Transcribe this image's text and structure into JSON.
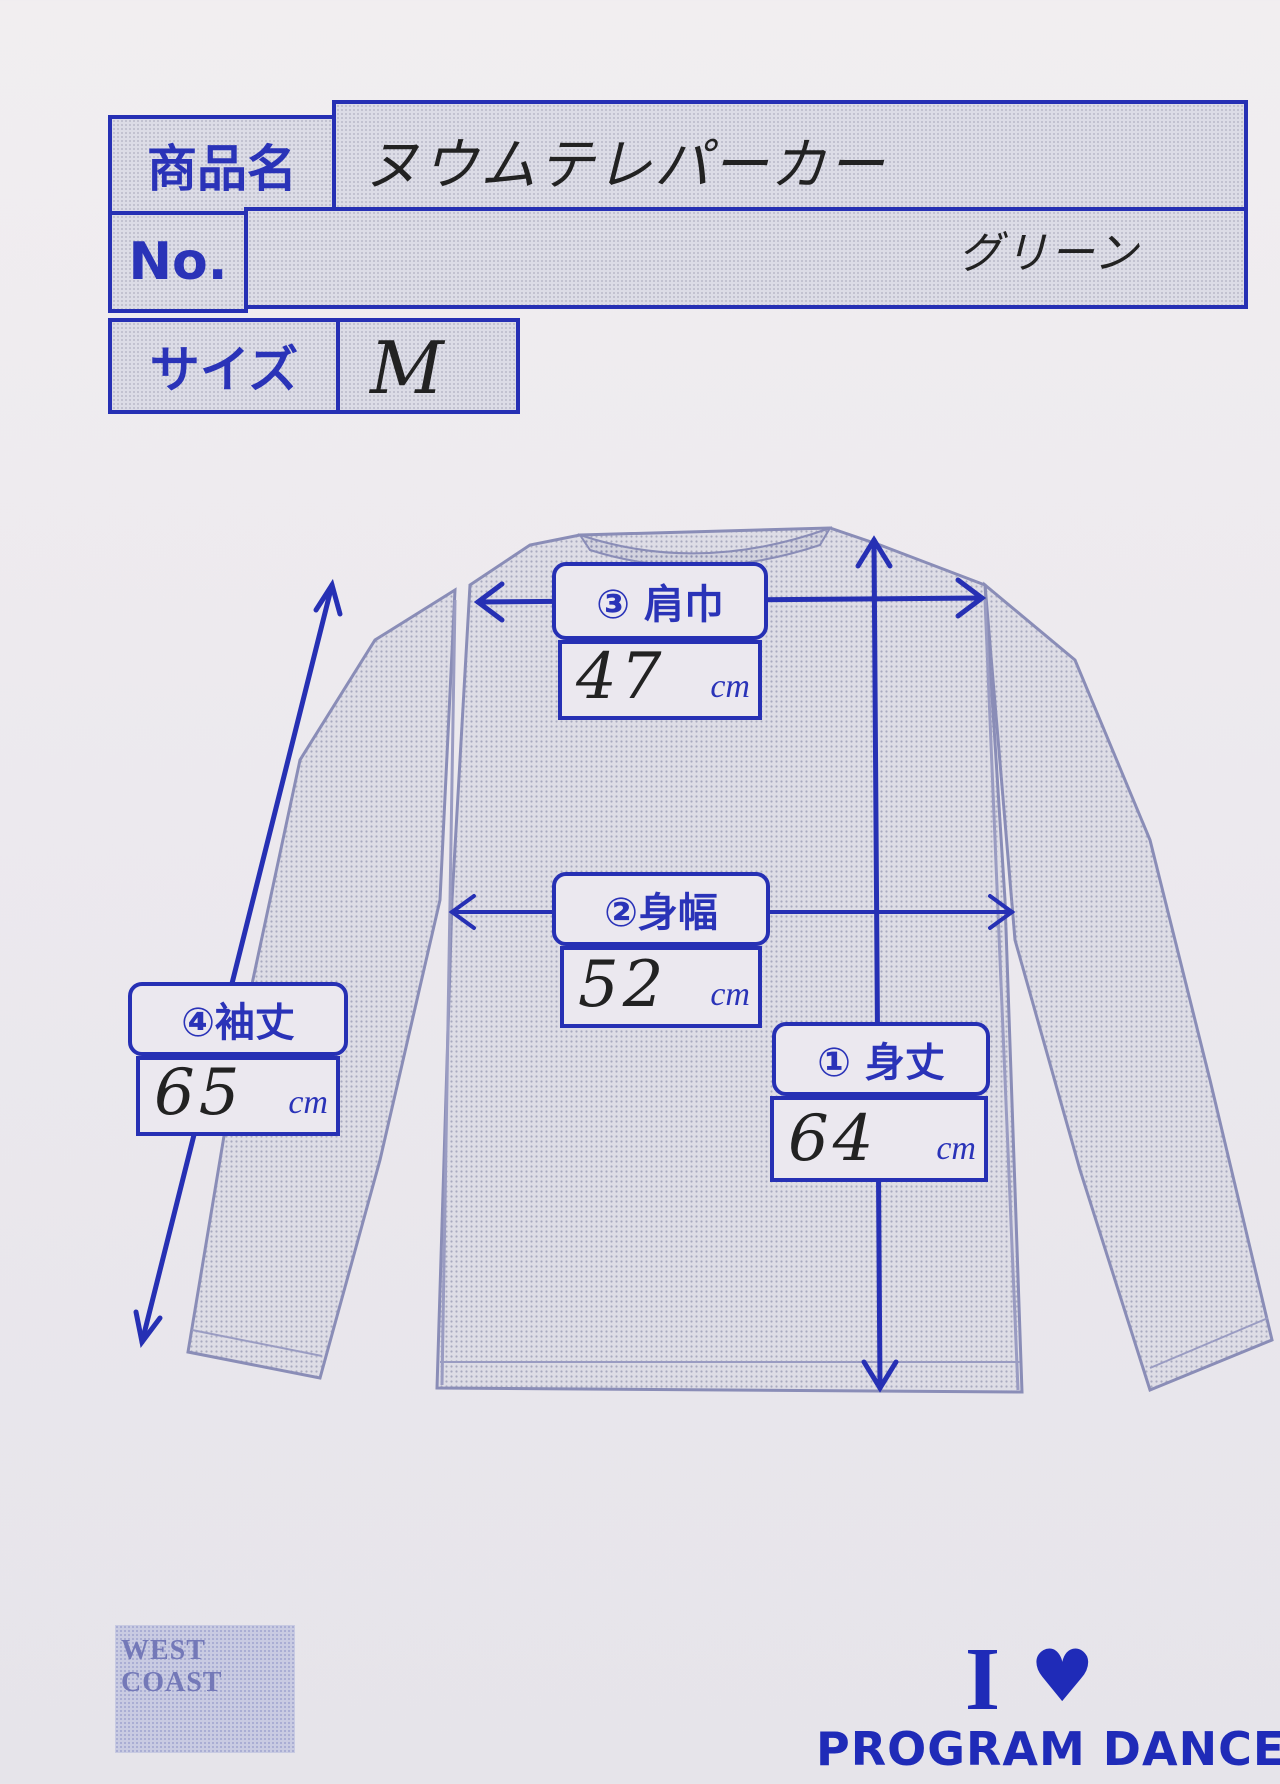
{
  "header": {
    "product_name_label": "商品名",
    "product_name_value": "ヌウムテレパーカー",
    "number_label": "No.",
    "number_value": "",
    "color_value": "グリーン",
    "size_label": "サイズ",
    "size_value": "M"
  },
  "measurements": {
    "unit": "cm",
    "shoulder": {
      "label": "③ 肩巾",
      "value": "47"
    },
    "chest": {
      "label": "②身幅",
      "value": "52"
    },
    "length": {
      "label": "① 身丈",
      "value": "64"
    },
    "sleeve": {
      "label": "④袖丈",
      "value": "65"
    }
  },
  "logos": {
    "west_coast": "WEST COAST",
    "brand_i": "I",
    "brand_text": "PROGRAM DANCE"
  },
  "colors": {
    "ink_blue": "#2630b4",
    "paper": "#eceaef",
    "garment_fill": "#dedde6"
  },
  "icons": {
    "heart": "heart-icon"
  }
}
